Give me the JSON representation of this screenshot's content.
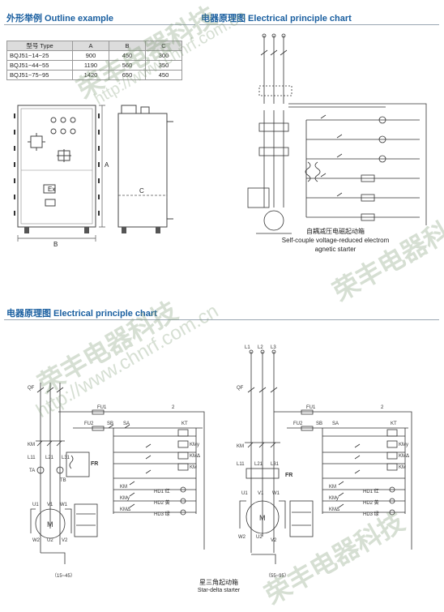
{
  "outline": {
    "title": "外形举例 Outline example",
    "table": {
      "headers": [
        "型号 Type",
        "A",
        "B",
        "C"
      ],
      "rows": [
        [
          "BQJ51~14~25",
          "900",
          "450",
          "300"
        ],
        [
          "BQJ51~44~55",
          "1190",
          "560",
          "350"
        ],
        [
          "BQJ51~75~95",
          "1420",
          "650",
          "450"
        ]
      ]
    },
    "dim_labels": {
      "a": "A",
      "b": "B",
      "c": "C",
      "ex": "Ex"
    }
  },
  "chart_top": {
    "title": "电器原理图  Electrical principle chart",
    "caption_cn": "自耦减压电磁起动箱",
    "caption_en_1": "Self-couple voltage-reduced electrom",
    "caption_en_2": "agnetic starter"
  },
  "chart_bottom": {
    "title": "电器原理图  Electrical principle chart",
    "left_range": "（15~45）",
    "right_range": "（55~95）",
    "caption_cn": "星三角起动箱",
    "caption_en": "Star-delta starter",
    "labels": {
      "l1": "L1",
      "l2": "L2",
      "l3": "L3",
      "qf": "QF",
      "fu1": "FU1",
      "fu2": "FU2",
      "sb": "SB",
      "sa": "SA",
      "kt": "KT",
      "km": "KM",
      "kmy": "KMy",
      "kmd": "KMΔ",
      "l11": "L11",
      "l21": "L21",
      "l31": "L31",
      "ta": "TA",
      "tb": "TB",
      "fr": "FR",
      "u1": "U1",
      "v1": "V1",
      "w1": "W1",
      "u2": "U2",
      "v2": "V2",
      "w2": "W2",
      "m": "M",
      "hd1": "HD1 红",
      "hd2": "HD2 黄",
      "hd3": "HD3 绿",
      "two": "2"
    }
  },
  "watermark": {
    "cn": "荣丰电器科技",
    "url": "http://www.chnrf.com.cn"
  }
}
